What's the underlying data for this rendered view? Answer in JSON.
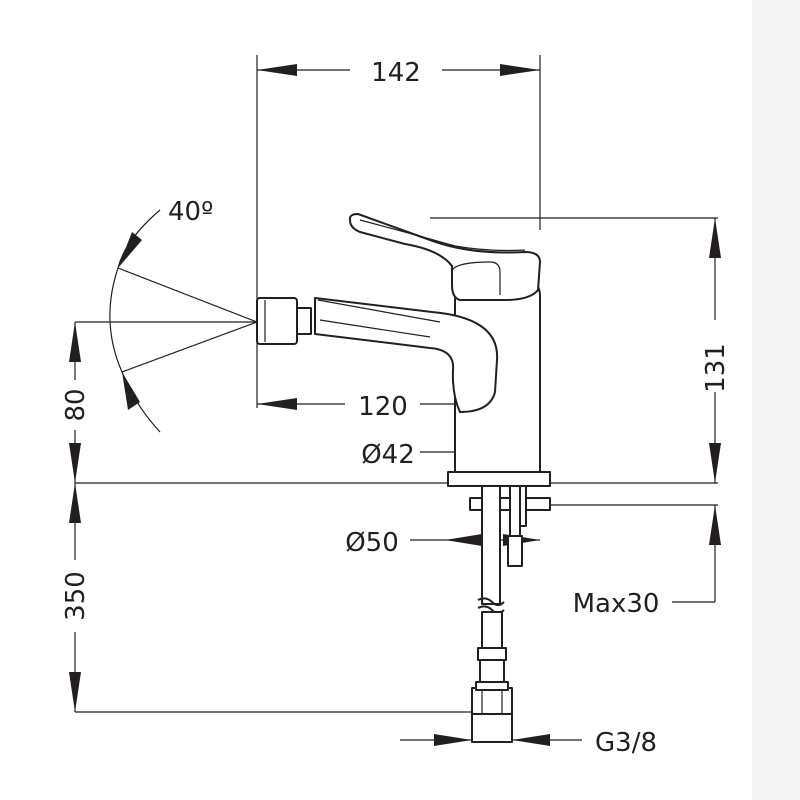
{
  "drawing": {
    "dimensions": {
      "top_width": "142",
      "angle": "40º",
      "spout_reach": "120",
      "base_diameter": "Ø42",
      "height": "131",
      "spout_height": "80",
      "mount_diameter": "Ø50",
      "hose_length": "350",
      "max_counter": "Max30",
      "thread": "G3/8"
    }
  },
  "colors": {
    "line": "#231f20",
    "background": "#ffffff"
  }
}
